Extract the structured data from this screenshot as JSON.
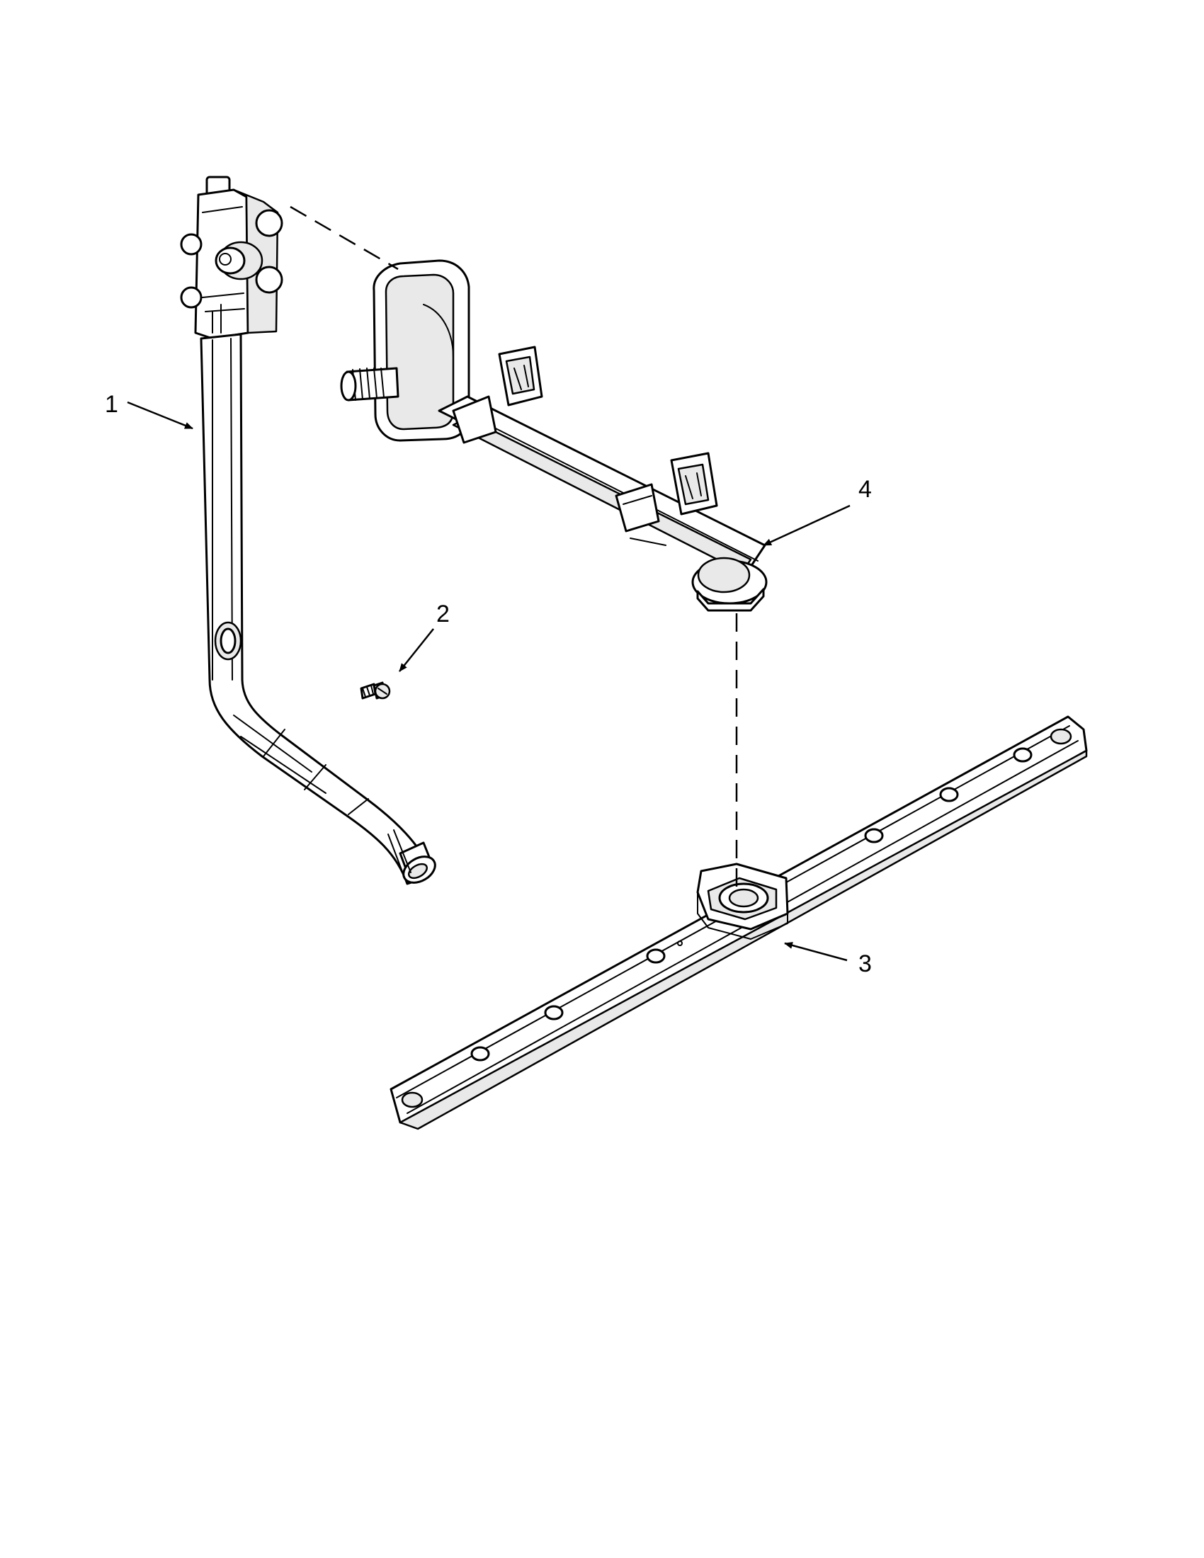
{
  "callouts": [
    {
      "id": "1",
      "text": "1"
    },
    {
      "id": "2",
      "text": "2"
    },
    {
      "id": "3",
      "text": "3"
    },
    {
      "id": "4",
      "text": "4"
    }
  ],
  "colors": {
    "line": "#000000",
    "fill": "#ffffff",
    "shade": "#e9e9e9"
  }
}
